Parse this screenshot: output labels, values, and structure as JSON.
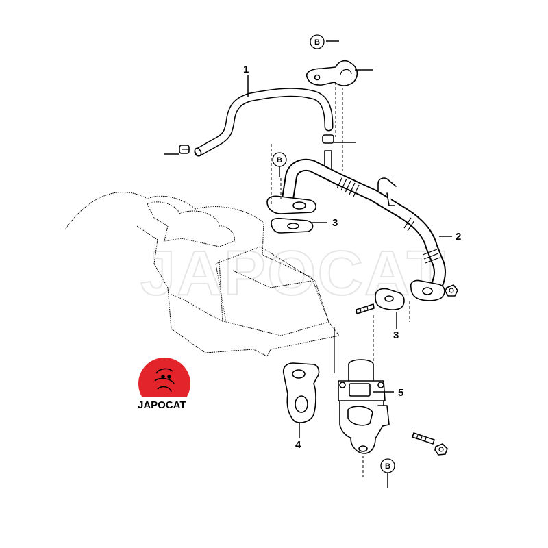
{
  "watermark": "JAPOCAT",
  "logo": {
    "text": "JAPOCAT",
    "color": "#e3242b"
  },
  "callouts": {
    "part1": "1",
    "part2": "2",
    "part3a": "3",
    "part3b": "3",
    "part4": "4",
    "part5": "5",
    "ref_b_top": "B",
    "ref_b_mid": "B",
    "ref_b_bottom": "B"
  }
}
